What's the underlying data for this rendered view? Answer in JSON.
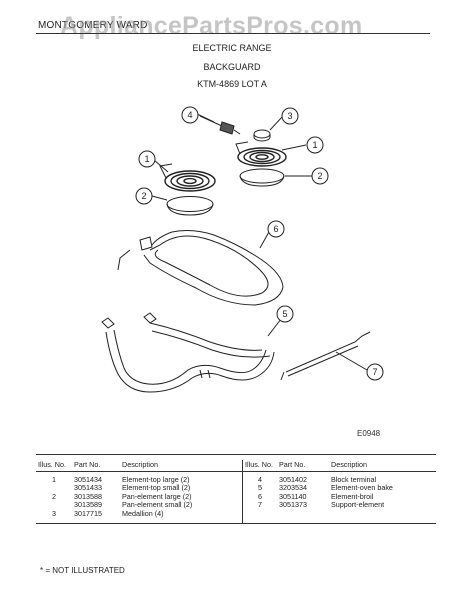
{
  "header": {
    "brand": "MONTGOMERY WARD",
    "watermark": "AppliancePartsPros.com",
    "title": "ELECTRIC RANGE",
    "subtitle": "BACKGUARD",
    "model": "KTM-4869 LOT A"
  },
  "figure": {
    "code": "E0948",
    "callouts": [
      "1",
      "1",
      "2",
      "2",
      "3",
      "4",
      "5",
      "6",
      "7"
    ]
  },
  "table": {
    "headers": {
      "illus": "Illus. No.",
      "part": "Part No.",
      "description": "Description",
      "illus2": "Illus. No.",
      "part2": "Part No.",
      "description2": "Description"
    },
    "rows": [
      {
        "illus": "1",
        "part": "3051434",
        "desc": "Element-top large (2)",
        "illus2": "4",
        "part2": "3051402",
        "desc2": "Block terminal"
      },
      {
        "illus": "",
        "part": "3051433",
        "desc": "Element-top small (2)",
        "illus2": "5",
        "part2": "3203534",
        "desc2": "Element-oven bake"
      },
      {
        "illus": "2",
        "part": "3013588",
        "desc": "Pan-element large (2)",
        "illus2": "6",
        "part2": "3051140",
        "desc2": "Element-broil"
      },
      {
        "illus": "",
        "part": "3013589",
        "desc": "Pan-element small (2)",
        "illus2": "7",
        "part2": "3051373",
        "desc2": "Support-element"
      },
      {
        "illus": "3",
        "part": "3017715",
        "desc": "Medallion (4)",
        "illus2": "",
        "part2": "",
        "desc2": ""
      }
    ]
  },
  "footnote": "* = NOT ILLUSTRATED"
}
